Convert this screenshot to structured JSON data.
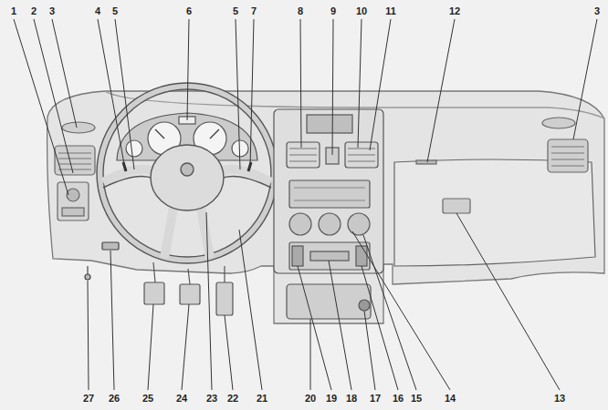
{
  "diagram": {
    "labels": [
      "1",
      "2",
      "3",
      "4",
      "5",
      "6",
      "5",
      "7",
      "8",
      "9",
      "10",
      "11",
      "12",
      "3",
      "27",
      "26",
      "25",
      "24",
      "23",
      "22",
      "21",
      "20",
      "19",
      "18",
      "17",
      "16",
      "15",
      "14",
      "13"
    ]
  }
}
